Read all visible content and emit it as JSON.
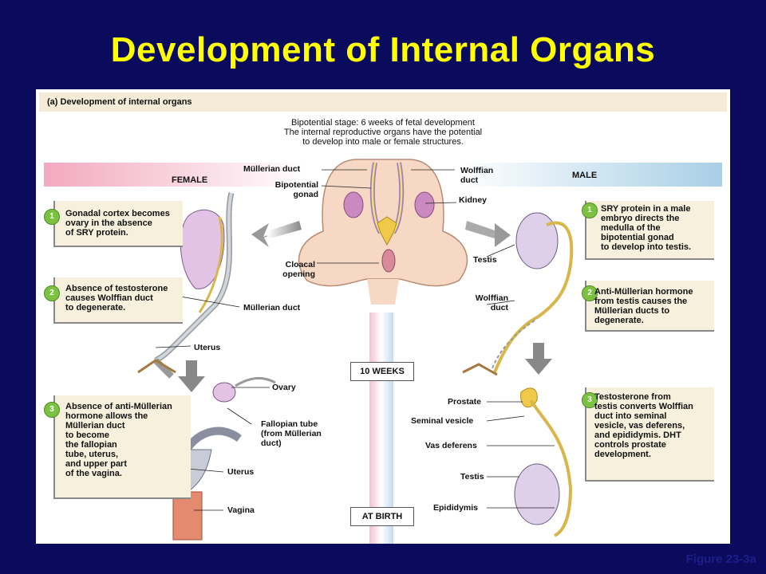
{
  "title": "Development of Internal Organs",
  "figure_label": "Figure 23-3a",
  "panel_header": "(a)    Development of internal organs",
  "bipotential": {
    "line1": "Bipotential stage: 6 weeks of fetal development",
    "line2": "The internal reproductive organs have the potential",
    "line3": "to develop into male or female structures."
  },
  "female_label": "FEMALE",
  "male_label": "MALE",
  "stage_10_weeks": "10 WEEKS",
  "stage_birth": "AT BIRTH",
  "female_notes": [
    {
      "num": "1",
      "lines": [
        "Gonadal cortex becomes",
        "ovary in the absence",
        "of SRY protein."
      ]
    },
    {
      "num": "2",
      "lines": [
        "Absence of testosterone",
        "causes Wolffian duct",
        "to degenerate."
      ]
    },
    {
      "num": "3",
      "lines": [
        "Absence of anti-Müllerian",
        "hormone allows the",
        "Müllerian duct",
        "to become",
        "the fallopian",
        "tube, uterus,",
        "and upper part",
        "of the vagina."
      ]
    }
  ],
  "male_notes": [
    {
      "num": "1",
      "lines": [
        "SRY protein in a male",
        "embryo directs the",
        "medulla of the",
        "bipotential gonad",
        "to develop into testis."
      ]
    },
    {
      "num": "2",
      "lines": [
        "Anti-Müllerian hormone",
        "from testis causes the",
        "Müllerian ducts to",
        "degenerate."
      ]
    },
    {
      "num": "3",
      "lines": [
        "Testosterone from",
        "testis converts Wolffian",
        "duct into seminal",
        "vesicle, vas deferens,",
        "and epididymis. DHT",
        "controls prostate",
        "development."
      ]
    }
  ],
  "labels": {
    "mullerian_duct_top": "Müllerian duct",
    "bipotential_gonad_1": "Bipotential",
    "bipotential_gonad_2": "gonad",
    "cloacal_1": "Cloacal",
    "cloacal_2": "opening",
    "wolffian_top_1": "Wolffian",
    "wolffian_top_2": "duct",
    "kidney": "Kidney",
    "mullerian_duct_f": "Müllerian duct",
    "uterus_f1": "Uterus",
    "ovary": "Ovary",
    "fallopian_1": "Fallopian tube",
    "fallopian_2": "(from Müllerian",
    "fallopian_3": "duct)",
    "uterus_f2": "Uterus",
    "vagina": "Vagina",
    "testis_m1": "Testis",
    "wolffian_m_1": "Wolffian",
    "wolffian_m_2": "duct",
    "prostate": "Prostate",
    "seminal_vesicle": "Seminal vesicle",
    "vas_deferens": "Vas deferens",
    "testis_m2": "Testis",
    "epididymis": "Epididymis"
  },
  "colors": {
    "background": "#0b0b5e",
    "title": "#ffff00",
    "badge": "#7cc242",
    "female_band": "#f4b8c8",
    "male_band": "#b8d8ec",
    "note_bg": "#f7f0dc"
  }
}
